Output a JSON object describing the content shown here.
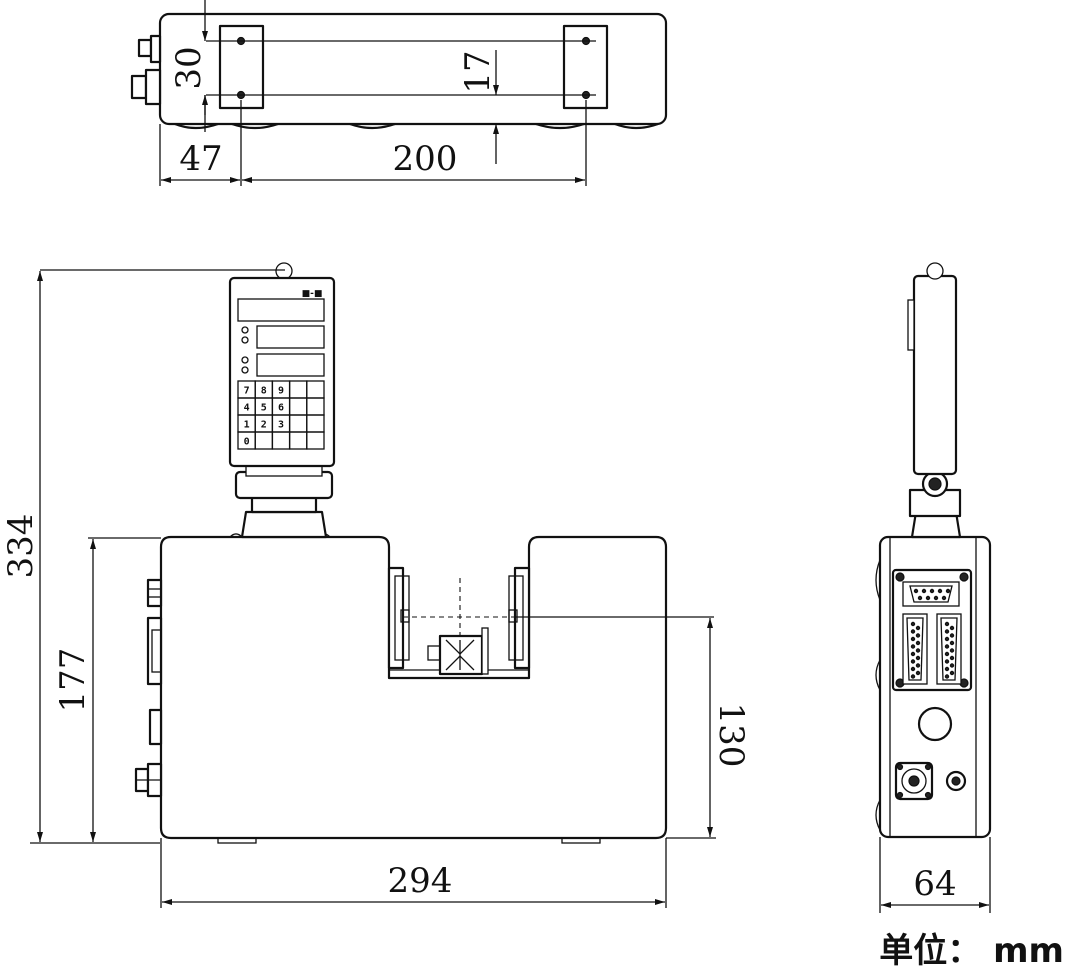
{
  "dimensions": {
    "top_view": {
      "height_30": "30",
      "offset_17": "17",
      "edge_47": "47",
      "span_200": "200"
    },
    "front_view": {
      "overall_height": "334",
      "body_height": "177",
      "width": "294",
      "axis_height": "130"
    },
    "side_view": {
      "width": "64"
    }
  },
  "controller_keypad": {
    "logo": "■-■",
    "keys": [
      "7",
      "8",
      "9",
      "4",
      "5",
      "6",
      "1",
      "2",
      "3",
      "0"
    ]
  },
  "unit_label": "单位： mm"
}
